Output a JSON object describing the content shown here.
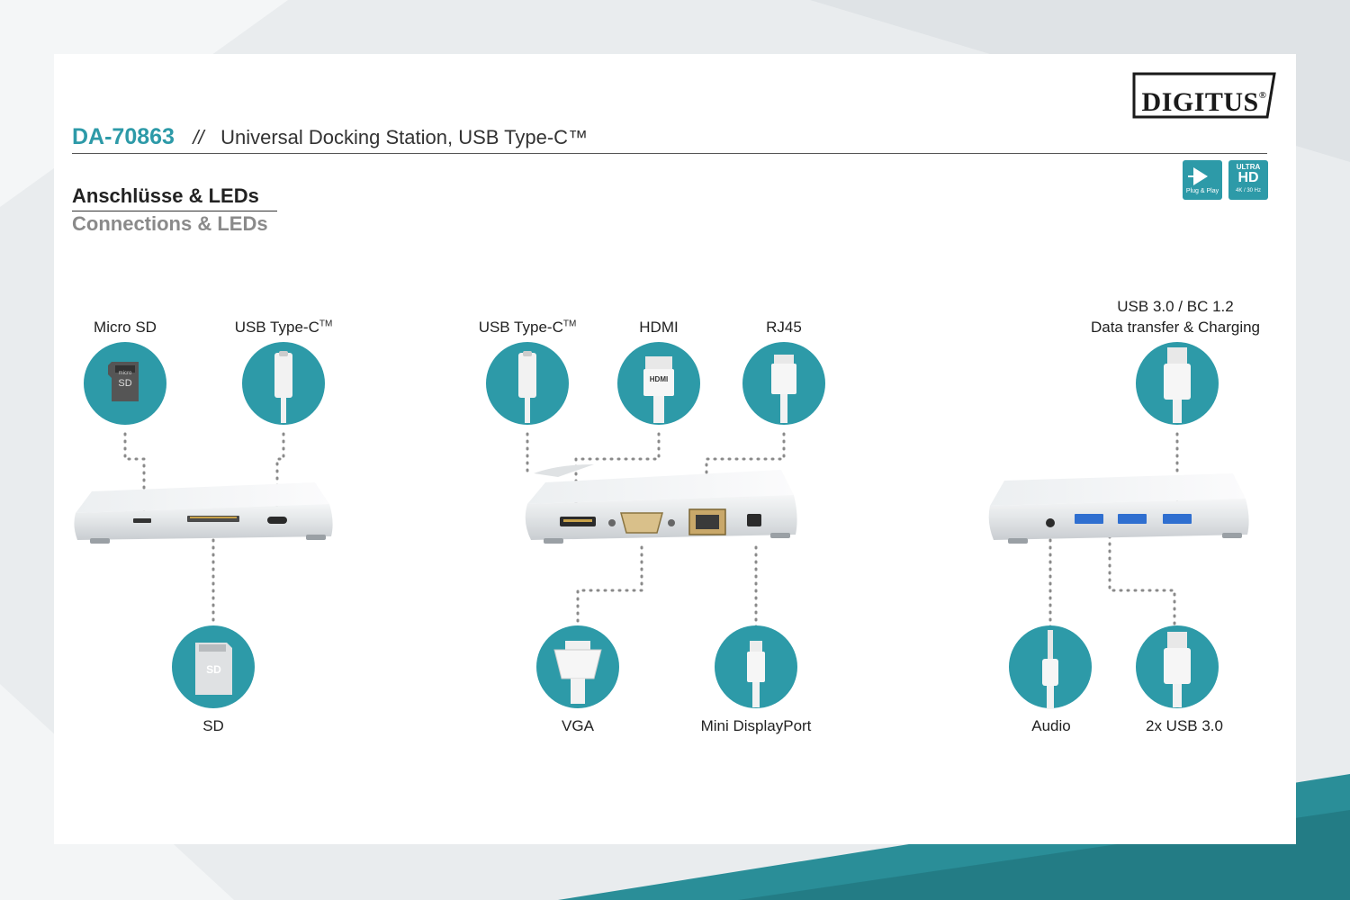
{
  "brand": {
    "logo_text": "DIGITUS",
    "registered_mark": "®"
  },
  "header": {
    "model": "DA-70863",
    "separator": "//",
    "product_name": "Universal Docking Station, USB Type-C™"
  },
  "badges": {
    "plug_play": {
      "label": "Plug & Play"
    },
    "ultra_hd": {
      "line1": "ULTRA",
      "line2": "HD",
      "line3": "4K / 30 Hz"
    }
  },
  "section": {
    "title_de": "Anschlüsse & LEDs",
    "title_en": "Connections & LEDs"
  },
  "ports": {
    "micro_sd": {
      "label": "Micro SD",
      "icon_text": "SD",
      "icon_small": "micro"
    },
    "usbc_left": {
      "label_main": "USB Type-C",
      "label_tm": "TM"
    },
    "sd": {
      "label": "SD",
      "icon_text": "SD"
    },
    "usbc_middle": {
      "label_main": "USB Type-C",
      "label_tm": "TM"
    },
    "hdmi": {
      "label": "HDMI",
      "icon_text": "HDMI"
    },
    "rj45": {
      "label": "RJ45"
    },
    "vga": {
      "label": "VGA"
    },
    "mini_dp": {
      "label": "Mini DisplayPort"
    },
    "usb_bc": {
      "label_line1": "USB 3.0 / BC 1.2",
      "label_line2": "Data transfer & Charging"
    },
    "audio": {
      "label": "Audio"
    },
    "usb_2x": {
      "label": "2x USB 3.0"
    }
  },
  "colors": {
    "teal": "#2d9aa8",
    "teal_dark": "#207f8b",
    "bg_band": "#2a8e98",
    "dots": "#8a8a8a"
  }
}
